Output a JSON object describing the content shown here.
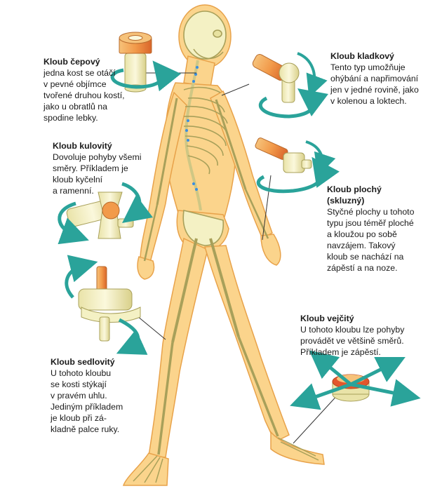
{
  "callouts": {
    "cepovy": {
      "title": "Kloub čepový",
      "lines": [
        "jedna kost se otáčí",
        "v pevné objímce",
        "tvořené druhou kostí,",
        "jako u obratlů na",
        "spodine lebky."
      ]
    },
    "kulovity": {
      "title": "Kloub kulovitý",
      "lines": [
        "Dovoluje pohyby všemi",
        "směry. Příkladem je",
        "kloub kyčelní",
        "a ramenní."
      ]
    },
    "sedlovity": {
      "title": "Kloub sedlovitý",
      "lines": [
        "U tohoto kloubu",
        "se kosti stýkají",
        "v pravém uhlu.",
        "Jediným příkladem",
        "je kloub při zá-",
        "kladně palce ruky."
      ]
    },
    "kladkovy": {
      "title": "Kloub kladkový",
      "lines": [
        "Tento typ umožňuje",
        "ohýbání a napřimování",
        "jen v jedné rovině, jako",
        "v kolenou a loktech."
      ]
    },
    "plochy": {
      "title": "Kloub plochý\n(skluzný)",
      "lines": [
        "Styčné plochy u tohoto",
        "typu jsou téměř ploché",
        "a kloužou po sobě",
        "navzájem. Takový",
        "kloub se nachází na",
        "zápěstí a na noze."
      ]
    },
    "vejcity": {
      "title": "Kloub vejčitý",
      "lines": [
        "U tohoto kloubu lze pohyby",
        "provádět ve většině směrů.",
        "Příkladem je zápěstí."
      ]
    }
  },
  "colors": {
    "skin": "#fbd48c",
    "skin_edge": "#e8a24a",
    "bone": "#f4f1c4",
    "bone_edge": "#a8a05a",
    "arrow": "#2aa39a",
    "arrow_dark": "#1f6f6a",
    "joint_orange": "#f0a048",
    "joint_red": "#e2562c",
    "spine_blue": "#3a8ee0",
    "leader": "#333333"
  }
}
